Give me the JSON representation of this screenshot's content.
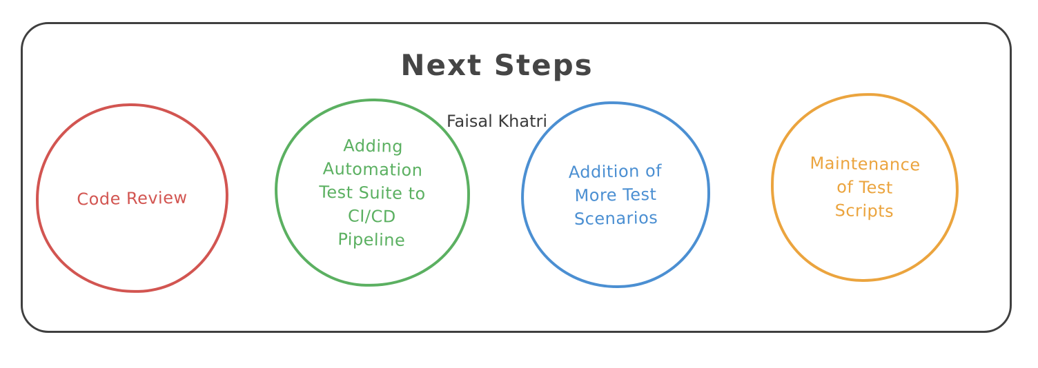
{
  "diagram": {
    "title": "Next Steps",
    "author": "Faisal Khatri",
    "colors": {
      "frame": "#3f3f3f",
      "title": "#454545",
      "author": "#3b3b3b",
      "background": "#ffffff"
    },
    "steps": [
      {
        "id": "code-review",
        "label": "Code Review",
        "color": "#d25551"
      },
      {
        "id": "automation-suite-cicd",
        "label": "Adding\nAutomation\nTest Suite to\nCI/CD\nPipeline",
        "color": "#5bb061"
      },
      {
        "id": "more-test-scenarios",
        "label": "Addition of\nMore Test\nScenarios",
        "color": "#4b8fd2"
      },
      {
        "id": "test-script-maintenance",
        "label": "Maintenance\nof Test\nScripts",
        "color": "#eba43e"
      }
    ]
  }
}
